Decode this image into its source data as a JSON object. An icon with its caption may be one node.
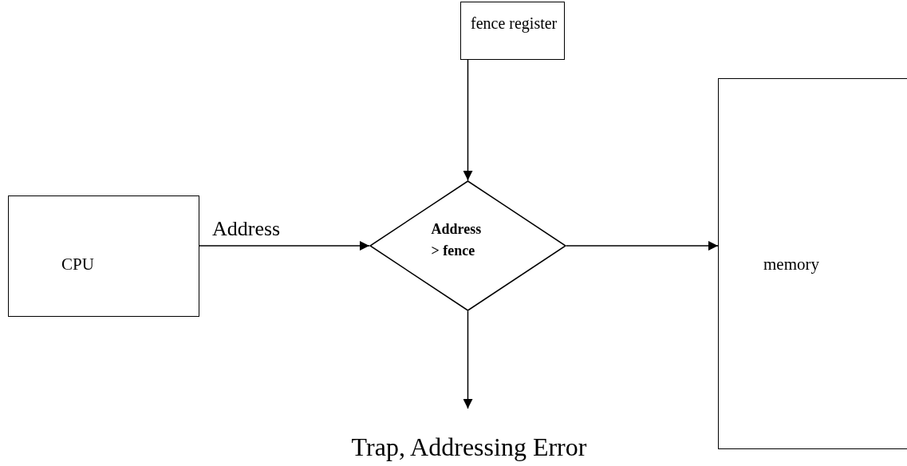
{
  "diagram": {
    "nodes": [
      {
        "text": [
          "fence register"
        ]
      },
      {
        "text": [
          "CPU"
        ]
      },
      {
        "text": [
          "Address > fence"
        ]
      },
      {
        "text": [
          "memory"
        ]
      },
      {
        "text": [
          "Trap, Addressing Error"
        ]
      }
    ],
    "edges": [
      {
        "from": 0,
        "to": 2,
        "arrow": "to"
      },
      {
        "from": 1,
        "to": 2,
        "arrow": "to",
        "label": "Address"
      },
      {
        "from": 2,
        "to": 3,
        "arrow": "to"
      },
      {
        "from": 2,
        "to": 4,
        "arrow": "to"
      }
    ]
  }
}
